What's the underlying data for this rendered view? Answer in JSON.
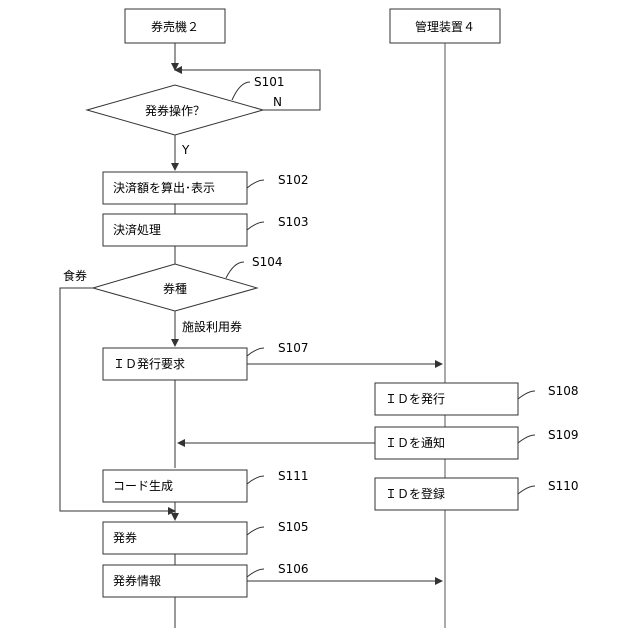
{
  "lanes": {
    "left": "券売機２",
    "right": "管理装置４"
  },
  "steps": {
    "s101": {
      "id": "S101",
      "label": "発券操作？",
      "no": "N",
      "yes": "Y"
    },
    "s102": {
      "id": "S102",
      "label": "決済額を算出･表示"
    },
    "s103": {
      "id": "S103",
      "label": "決済処理"
    },
    "s104": {
      "id": "S104",
      "label": "券種",
      "branch_left": "食券",
      "branch_down": "施設利用券"
    },
    "s107": {
      "id": "S107",
      "label": "ＩＤ発行要求"
    },
    "s108": {
      "id": "S108",
      "label": "ＩＤを発行"
    },
    "s109": {
      "id": "S109",
      "label": "ＩＤを通知"
    },
    "s110": {
      "id": "S110",
      "label": "ＩＤを登録"
    },
    "s111": {
      "id": "S111",
      "label": "コード生成"
    },
    "s105": {
      "id": "S105",
      "label": "発券"
    },
    "s106": {
      "id": "S106",
      "label": "発券情報"
    }
  }
}
